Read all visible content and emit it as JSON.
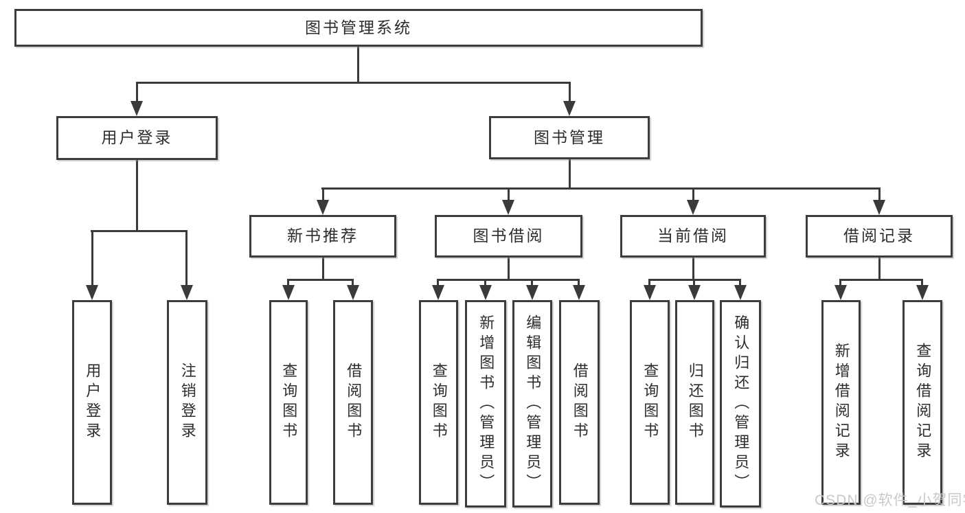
{
  "diagram": {
    "root": {
      "label": "图书管理系统"
    },
    "user_login": {
      "label": "用户登录",
      "children": [
        "用户登录",
        "注销登录"
      ]
    },
    "book_mgmt": {
      "label": "图书管理",
      "sections": {
        "new_books": {
          "label": "新书推荐",
          "children": [
            "查询图书",
            "借阅图书"
          ]
        },
        "book_borrow": {
          "label": "图书借阅",
          "children": [
            "查询图书",
            "新增图书（管理员）",
            "编辑图书（管理员）",
            "借阅图书"
          ]
        },
        "current_borrow": {
          "label": "当前借阅",
          "children": [
            "查询图书",
            "归还图书",
            "确认归还（管理员）"
          ]
        },
        "borrow_records": {
          "label": "借阅记录",
          "children": [
            "新增借阅记录",
            "查询借阅记录"
          ]
        }
      }
    }
  },
  "watermark": {
    "text": "CSDN @软件_小贺同学"
  },
  "colors": {
    "line": "#3a3a3a",
    "box_border": "#3d3d3d",
    "text": "#2d2d2d",
    "watermark": "#c6c6c6",
    "background": "#ffffff"
  }
}
